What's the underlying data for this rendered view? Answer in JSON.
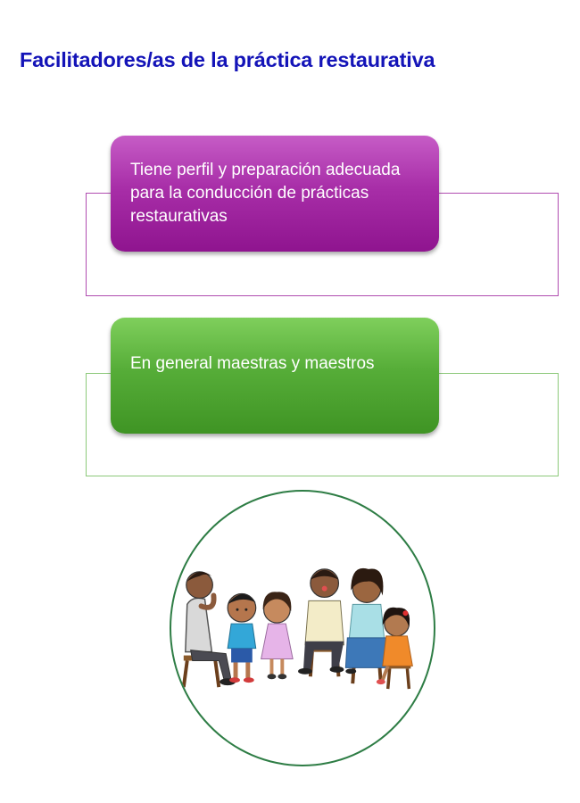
{
  "slide": {
    "title": "Facilitadores/as de la práctica restaurativa",
    "items": [
      {
        "text": "Tiene perfil y preparación adecuada para la conducción de prácticas restaurativas",
        "color": "#a82ea8"
      },
      {
        "text": "En general maestras y maestros",
        "color": "#56ad38"
      }
    ],
    "illustration": {
      "icon": "restorative-circle-people-illustration",
      "border_color": "#2e7d45"
    }
  }
}
